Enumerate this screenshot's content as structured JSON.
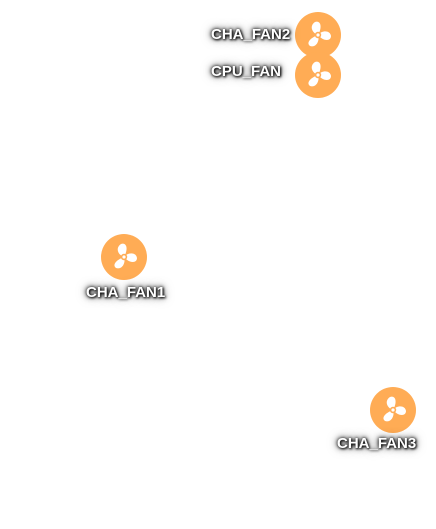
{
  "accent_color": "#ffac55",
  "fan_icon": "fan-icon",
  "fans": [
    {
      "id": "cha_fan2",
      "label": "CHA_FAN2"
    },
    {
      "id": "cpu_fan",
      "label": "CPU_FAN"
    },
    {
      "id": "cha_fan1",
      "label": "CHA_FAN1"
    },
    {
      "id": "cha_fan3",
      "label": "CHA_FAN3"
    }
  ]
}
